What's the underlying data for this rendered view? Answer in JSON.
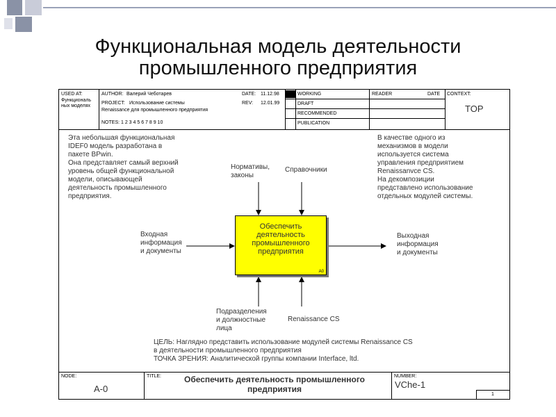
{
  "slide": {
    "title_line1": "Функциональная модель деятельности",
    "title_line2": "промышленного предприятия"
  },
  "header": {
    "used_at_label": "USED AT:",
    "used_at_value_line1": "Функциональ",
    "used_at_value_line2": "ных моделях",
    "author_label": "AUTHOR:",
    "author_value": "Валерий Чеботарев",
    "project_label": "PROJECT:",
    "project_value": "Использование системы",
    "project_value2": "Renaissance для промышленного предприятия",
    "date_label": "DATE:",
    "date_value": "11.12.98",
    "rev_label": "REV:",
    "rev_value": "12.01.99",
    "notes_text": "NOTES: 1 2 3 4 5 6 7 8 9 10",
    "status_working": "WORKING",
    "status_draft": "DRAFT",
    "status_recommended": "RECOMMENDED",
    "status_publication": "PUBLICATION",
    "reader_label": "READER",
    "reader_date_label": "DATE",
    "context_label": "CONTEXT:",
    "context_value": "TOP"
  },
  "diagram": {
    "note_left": [
      "Эта небольшая функциональная",
      "IDEF0 модель разработана в",
      "пакете BPwin.",
      "Она представляет самый верхний",
      "уровень общей функциональной",
      "модели, описывающей",
      "деятельность промышленного",
      "предприятия."
    ],
    "note_right": [
      "В качестве одного из",
      "механизмов в модели",
      "используется система",
      "управления предприятием",
      "Renaissanvce CS.",
      "На декомпозиции",
      "представлено использование",
      "отдельных модулей системы."
    ],
    "control1": [
      "Нормативы,",
      "законы"
    ],
    "control2": "Справочники",
    "input": [
      "Входная",
      "информация",
      "и документы"
    ],
    "output": [
      "Выходная",
      "информация",
      "и документы"
    ],
    "mechanism1": [
      "Подразделения",
      "и должностные",
      "лица"
    ],
    "mechanism2": "Renaissance CS",
    "box_label": [
      "Обеспечить",
      "деятельность",
      "промышленного",
      "предприятия"
    ],
    "box_number": "A0",
    "goal": [
      "ЦЕЛЬ: Наглядно представить использование модулей системы Renaissance CS",
      "в деятельности промышленного предприятия",
      "ТОЧКА ЗРЕНИЯ: Аналитической группы компании Interface, ltd."
    ]
  },
  "footer": {
    "node_label": "NODE:",
    "node_value": "A-0",
    "title_label": "TITLE:",
    "title_line1": "Обеспечить  деятельность промышленного",
    "title_line2": "предприятия",
    "number_label": "NUMBER:",
    "number_value": "VChe-1",
    "page_value": "1"
  }
}
